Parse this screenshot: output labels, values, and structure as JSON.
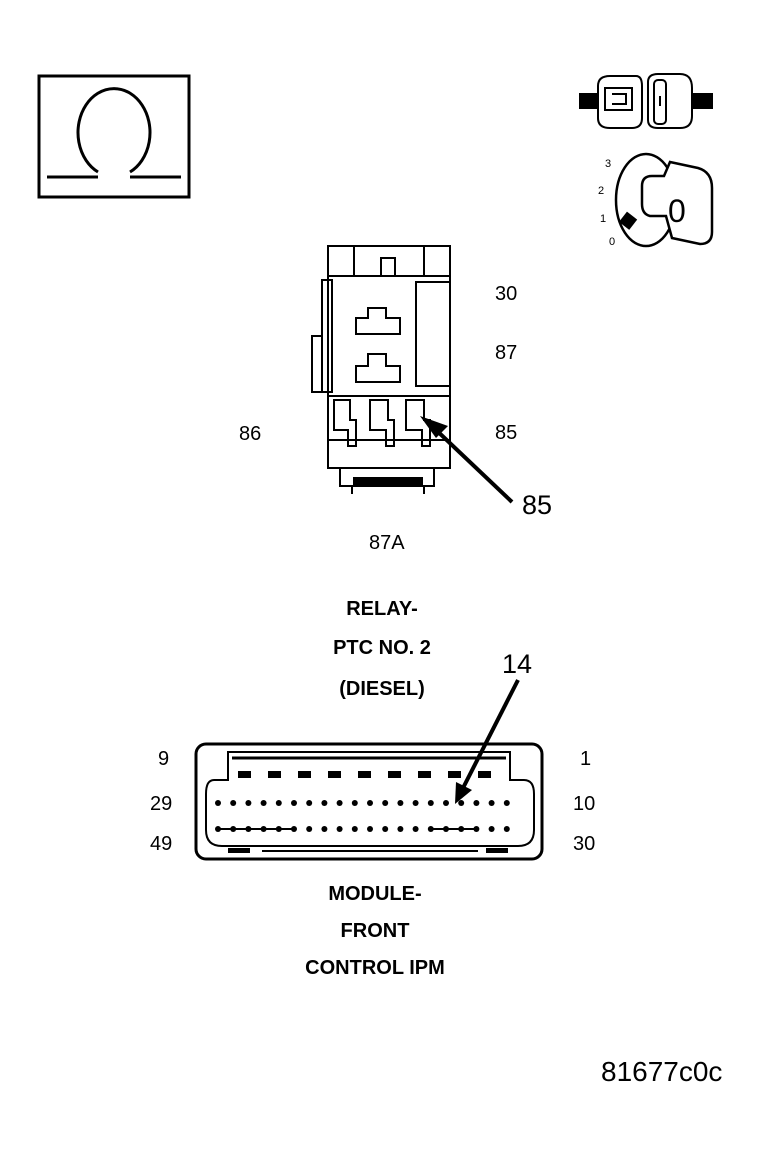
{
  "ohm_symbol": "Ω",
  "ignition": {
    "positions": [
      "3",
      "2",
      "1",
      "0"
    ],
    "key_label": "0"
  },
  "relay": {
    "pin_labels": {
      "p30": "30",
      "p87": "87",
      "p86": "86",
      "p85": "85",
      "p87a": "87A"
    },
    "callout": "85",
    "title_lines": [
      "RELAY-",
      "PTC NO. 2",
      "(DIESEL)"
    ]
  },
  "module": {
    "pin_labels": {
      "p9": "9",
      "p1": "1",
      "p29": "29",
      "p10": "10",
      "p49": "49",
      "p30": "30"
    },
    "callout": "14",
    "title_lines": [
      "MODULE-",
      "FRONT",
      "CONTROL IPM"
    ]
  },
  "figure_id": "81677c0c"
}
